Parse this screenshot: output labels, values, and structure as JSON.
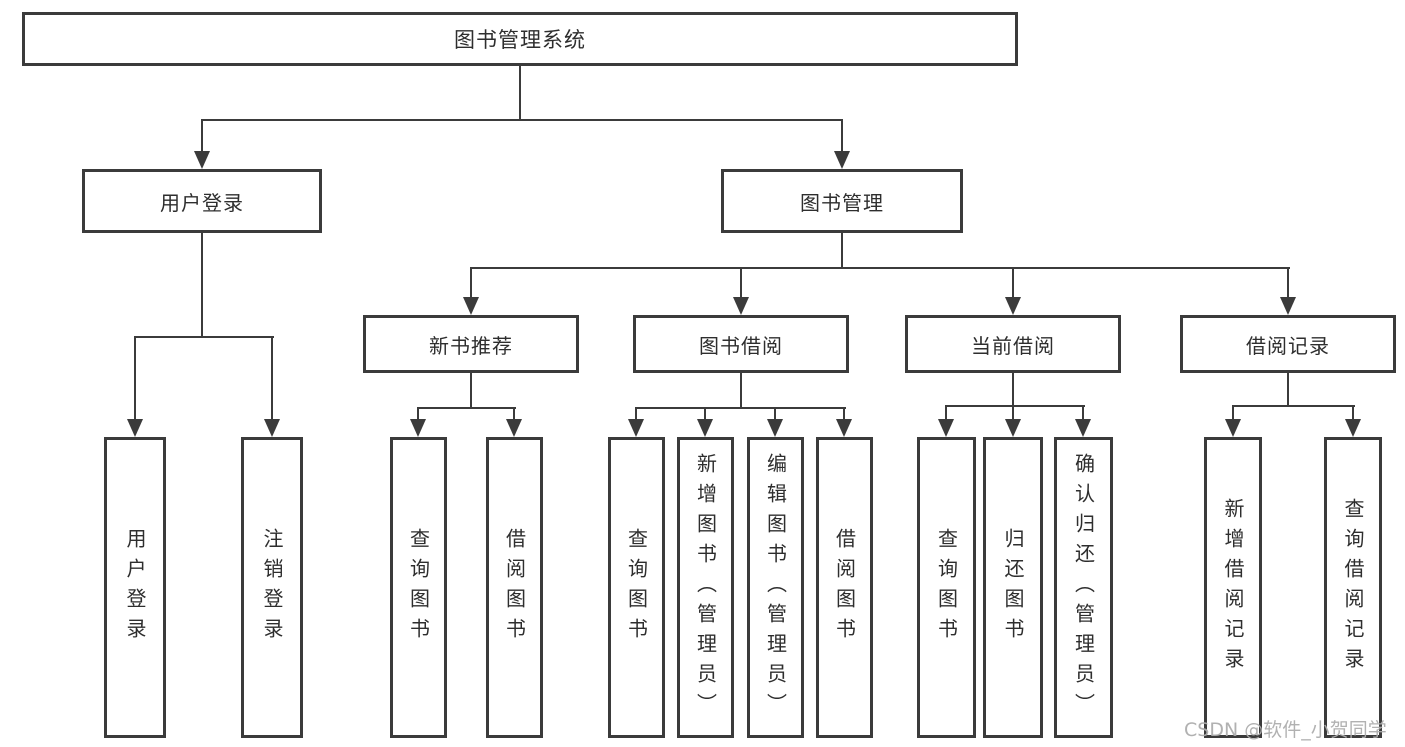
{
  "tree": {
    "root": {
      "label": "图书管理系统"
    },
    "level2": [
      {
        "label": "用户登录"
      },
      {
        "label": "图书管理"
      }
    ],
    "level3": [
      {
        "label": "新书推荐"
      },
      {
        "label": "图书借阅"
      },
      {
        "label": "当前借阅"
      },
      {
        "label": "借阅记录"
      }
    ],
    "leaves": {
      "user_login": [
        {
          "label": "用户登录"
        },
        {
          "label": "注销登录"
        }
      ],
      "new_book": [
        {
          "label": "查询图书"
        },
        {
          "label": "借阅图书"
        }
      ],
      "book_borrow": [
        {
          "label": "查询图书"
        },
        {
          "label": "新增图书（管理员）"
        },
        {
          "label": "编辑图书（管理员）"
        },
        {
          "label": "借阅图书"
        }
      ],
      "current_borrow": [
        {
          "label": "查询图书"
        },
        {
          "label": "归还图书"
        },
        {
          "label": "确认归还（管理员）"
        }
      ],
      "borrow_record": [
        {
          "label": "新增借阅记录"
        },
        {
          "label": "查询借阅记录"
        }
      ]
    }
  },
  "watermark": {
    "text": "CSDN @软件_小贺同学"
  },
  "colors": {
    "line": "#3b3b3b",
    "text": "#2e2e2e",
    "watermark": "#adadad",
    "background": "#ffffff"
  }
}
